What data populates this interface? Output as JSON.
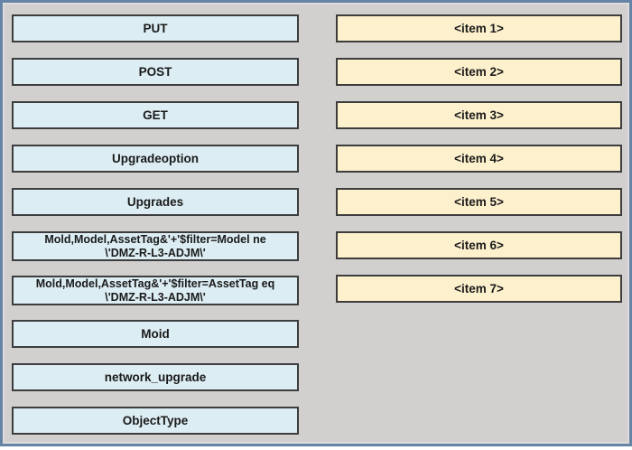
{
  "page": {
    "background_color": "#d1d0cf",
    "frame_border_color": "#6684a6"
  },
  "colors": {
    "left_box_fill": "#dcedf3",
    "right_box_fill": "#fdf1cd",
    "box_border": "#3d3d3d",
    "text": "#1a1a1a"
  },
  "left_column": {
    "items": [
      {
        "label": "PUT"
      },
      {
        "label": "POST"
      },
      {
        "label": "GET"
      },
      {
        "label": "Upgradeoption"
      },
      {
        "label": "Upgrades"
      },
      {
        "label": "Mold,Model,AssetTag&'+'$filter=Model ne\n\\'DMZ-R-L3-ADJM\\'"
      },
      {
        "label": "Mold,Model,AssetTag&'+'$filter=AssetTag eq\n\\'DMZ-R-L3-ADJM\\'"
      },
      {
        "label": "Moid"
      },
      {
        "label": "network_upgrade"
      },
      {
        "label": "ObjectType"
      }
    ]
  },
  "right_column": {
    "items": [
      {
        "label": "<item 1>"
      },
      {
        "label": "<item 2>"
      },
      {
        "label": "<item 3>"
      },
      {
        "label": "<item 4>"
      },
      {
        "label": "<item 5>"
      },
      {
        "label": "<item 6>"
      },
      {
        "label": "<item 7>"
      }
    ]
  }
}
